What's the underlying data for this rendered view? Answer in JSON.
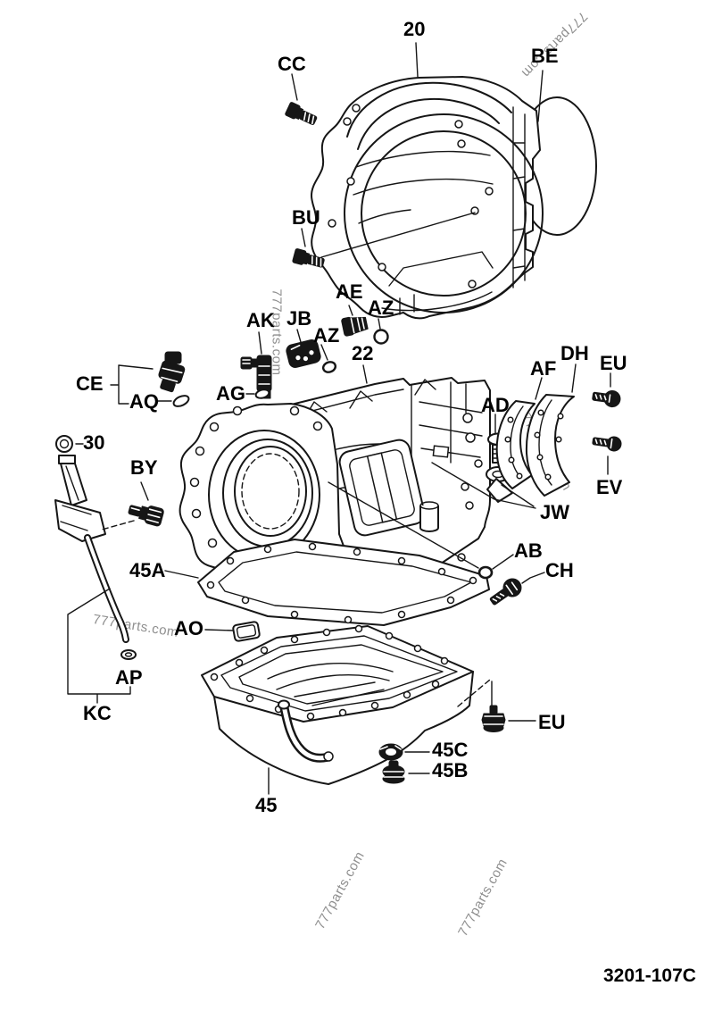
{
  "diagram": {
    "drawing_number": "3201-107C",
    "watermark": "777parts.com",
    "labels": {
      "p20": "20",
      "cc": "CC",
      "be": "BE",
      "bu": "BU",
      "ae": "AE",
      "az_right": "AZ",
      "az_left": "AZ",
      "ak": "AK",
      "jb": "JB",
      "p22": "22",
      "ag": "AG",
      "ce": "CE",
      "aq": "AQ",
      "af": "AF",
      "dh": "DH",
      "eu_top": "EU",
      "ad": "AD",
      "ev": "EV",
      "jw": "JW",
      "p30": "30",
      "by": "BY",
      "ab": "AB",
      "ch": "CH",
      "p45a": "45A",
      "ao": "AO",
      "ap": "AP",
      "kc": "KC",
      "eu_bottom": "EU",
      "p45c": "45C",
      "p45b": "45B",
      "p45": "45"
    }
  }
}
